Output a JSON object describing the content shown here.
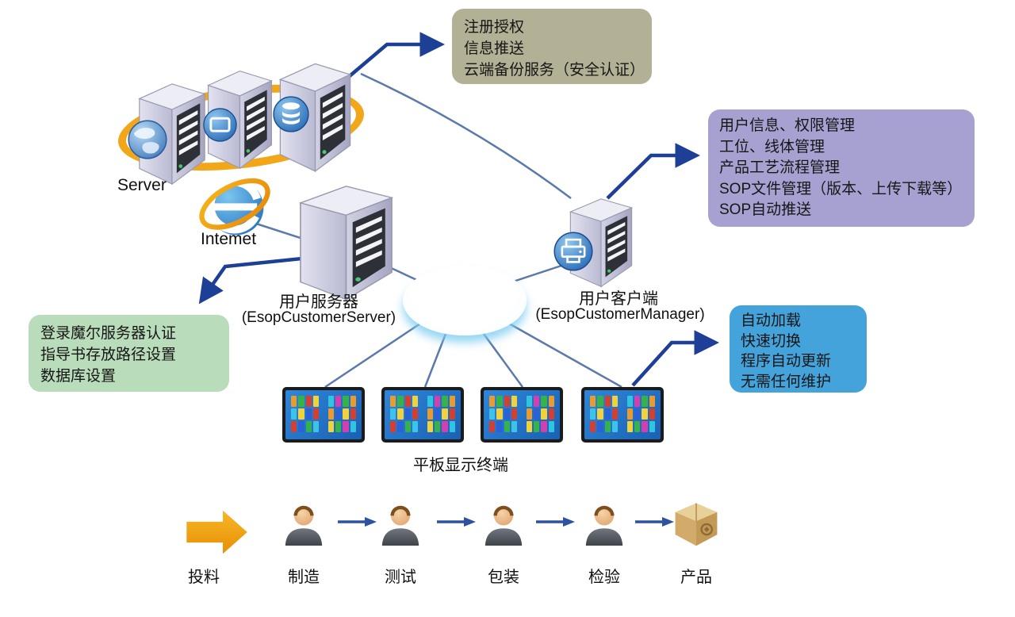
{
  "labels": {
    "server_cluster": "Server",
    "internet": "Intemet",
    "user_server": {
      "cn": "用户服务器",
      "en": "(EsopCustomerServer)"
    },
    "user_client": {
      "cn": "用户客户端",
      "en": "(EsopCustomerManager)"
    },
    "tablet_terminal": "平板显示终端"
  },
  "boxes": {
    "cloud_services": {
      "bg": "#b3b195",
      "lines": [
        "注册授权",
        "信息推送",
        "云端备份服务（安全认证）"
      ]
    },
    "management": {
      "bg": "#a7a1d2",
      "lines": [
        "用户信息、权限管理",
        "工位、线体管理",
        "产品工艺流程管理",
        "SOP文件管理（版本、上传下载等）",
        "SOP自动推送"
      ]
    },
    "server_config": {
      "bg": "#b9dcba",
      "lines": [
        "登录魔尔服务器认证",
        "指导书存放路径设置",
        "数据库设置"
      ]
    },
    "client_features": {
      "bg": "#45a3db",
      "lines": [
        "自动加载",
        "快速切换",
        "程序自动更新",
        "无需任何维护"
      ]
    }
  },
  "flow": {
    "steps": [
      {
        "icon": "gold-arrow-icon",
        "label": "投料"
      },
      {
        "icon": "worker-icon",
        "label": "制造"
      },
      {
        "icon": "worker-icon",
        "label": "测试"
      },
      {
        "icon": "worker-icon",
        "label": "包装"
      },
      {
        "icon": "worker-icon",
        "label": "检验"
      },
      {
        "icon": "package-box-icon",
        "label": "产品"
      }
    ]
  },
  "icons": {
    "server_cluster_badges": [
      "globe-badge",
      "monitor-badge",
      "database-badge"
    ],
    "user_client_badge": "printer-badge",
    "internet_logo": "internet-explorer"
  },
  "colors": {
    "arrow_dark_blue": "#1e3f96",
    "line_steel_blue": "#5b79ab",
    "orbit_ring_orange": "#f2a71b",
    "flow_arrow_gold": "#f0a818"
  },
  "tablet": {
    "tile_colors": [
      "#e89b2f",
      "#35b34a",
      "#d43f2f",
      "#f0d23c",
      "transparent",
      "#2fc4e0",
      "#d43fb0",
      "#35b34a",
      "#e89b2f",
      "#3cc3ea",
      "#f0d23c",
      "#2a62d8",
      "#d43f2f",
      "transparent",
      "#e89b2f",
      "#2a62d8",
      "#f0d23c",
      "#d43f2f",
      "#d43f2f",
      "#2a62d8",
      "#35b34a",
      "#3cc3ea",
      "transparent",
      "#f0d23c",
      "#35b34a",
      "#d43fb0",
      "#2fc4e0"
    ]
  }
}
